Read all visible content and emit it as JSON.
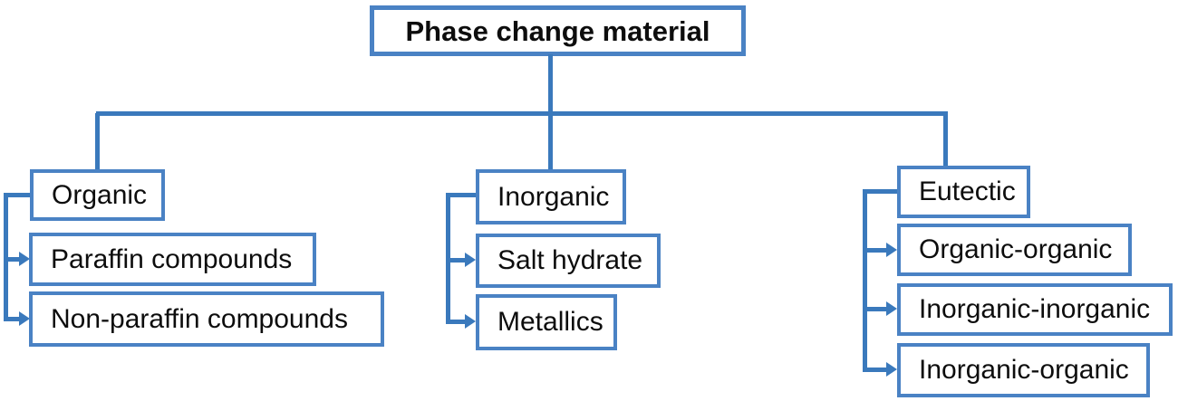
{
  "root": {
    "label": "Phase change material"
  },
  "branches": [
    {
      "label": "Organic",
      "children": [
        {
          "label": "Paraffin compounds"
        },
        {
          "label": "Non-paraffin compounds"
        }
      ]
    },
    {
      "label": "Inorganic",
      "children": [
        {
          "label": "Salt hydrate"
        },
        {
          "label": "Metallics"
        }
      ]
    },
    {
      "label": "Eutectic",
      "children": [
        {
          "label": "Organic-organic"
        },
        {
          "label": "Inorganic-inorganic"
        },
        {
          "label": "Inorganic-organic"
        }
      ]
    }
  ],
  "colors": {
    "connector": "#3a79bc",
    "box_border": "#4a82c4",
    "text": "#0d0d0d",
    "background": "#ffffff"
  }
}
